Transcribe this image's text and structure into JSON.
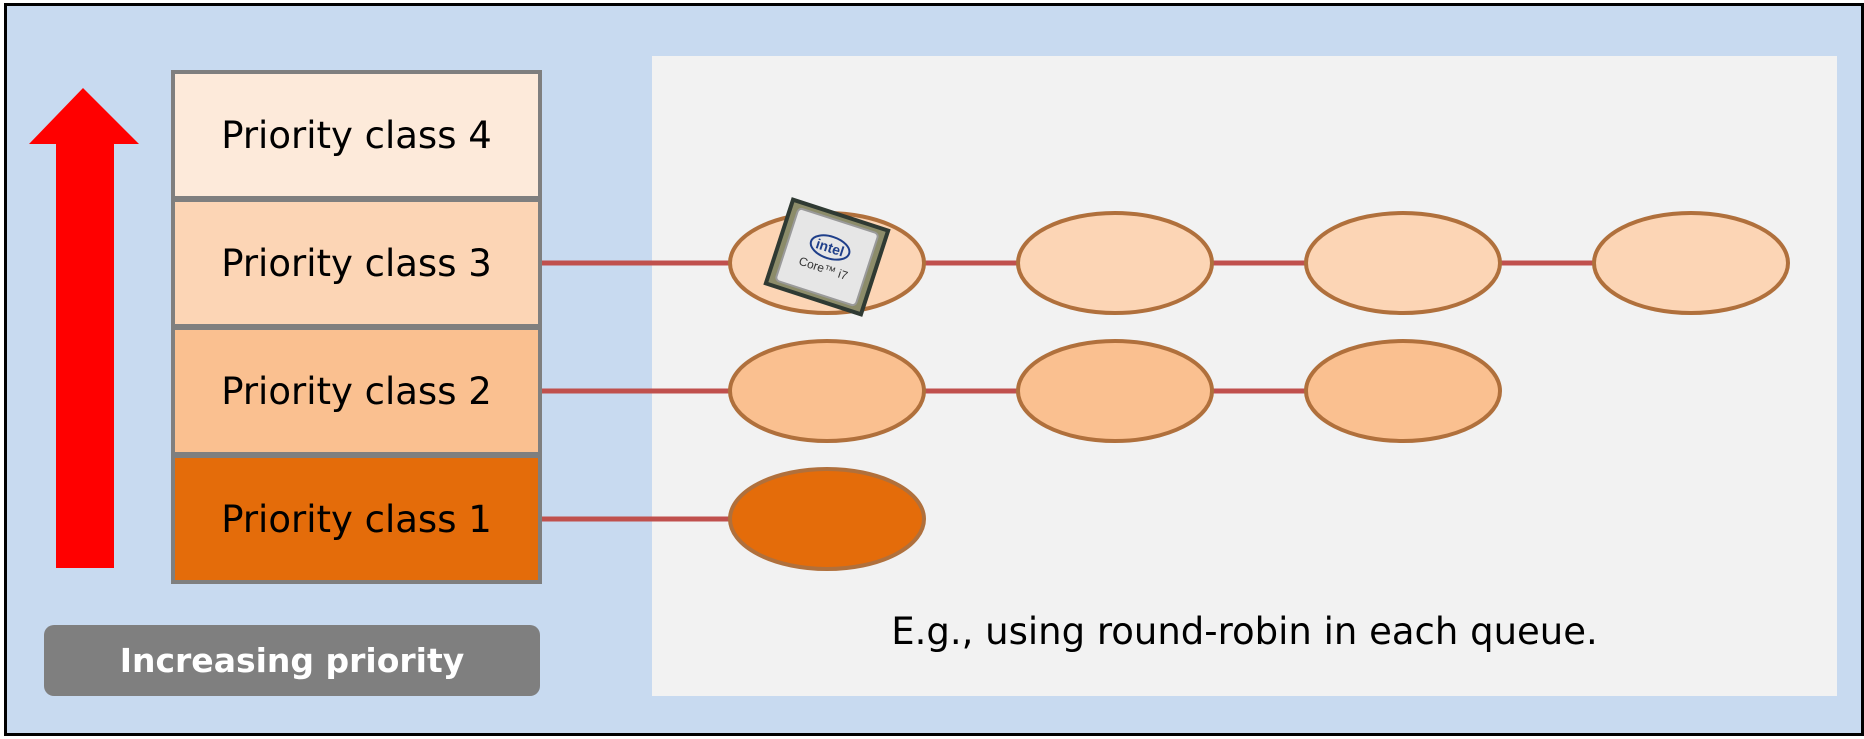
{
  "colors": {
    "frame_bg": "#c8daf0",
    "panel_bg": "#f2f2f2",
    "arrow": "#ff0000",
    "connector": "#c0504d",
    "node_stroke": "#b0703c",
    "box_border": "#7f7f7f"
  },
  "priority_classes": [
    {
      "label": "Priority class 4",
      "fill": "#fdeada",
      "queue_length": 0
    },
    {
      "label": "Priority class 3",
      "fill": "#fcd5b5",
      "queue_length": 4
    },
    {
      "label": "Priority class 2",
      "fill": "#fac090",
      "queue_length": 3
    },
    {
      "label": "Priority class 1",
      "fill": "#e46c0a",
      "queue_length": 1
    }
  ],
  "cpu_chip": {
    "icon": "intel-core-i7-cpu-icon",
    "brand": "intel",
    "model": "Core™ i7",
    "on_class": "Priority class 3",
    "on_node": 1
  },
  "increasing_priority_label": "Increasing priority",
  "note_text": "E.g., using round-robin in each queue."
}
